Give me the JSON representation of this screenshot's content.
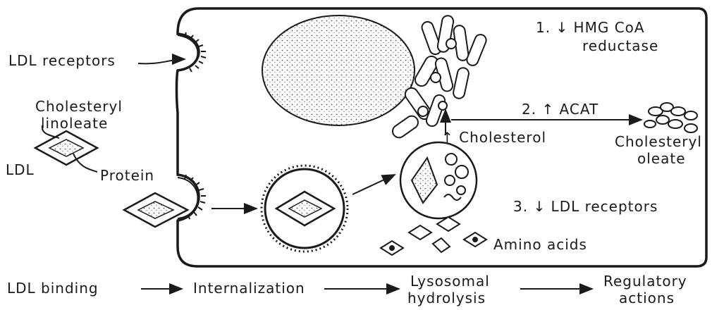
{
  "labels": {
    "ldl_receptors": "LDL receptors",
    "cholesteryl_linoleate_1": "Cholesteryl",
    "cholesteryl_linoleate_2": "linoleate",
    "ldl": "LDL",
    "protein": "Protein",
    "hmg_line1": "1. ↓ HMG CoA",
    "hmg_line2": "reductase",
    "acat": "2. ↑ ACAT",
    "cholesterol": "↑ Cholesterol",
    "cholesteryl_oleate_1": "Cholesteryl",
    "cholesteryl_oleate_2": "oleate",
    "ldl_receptors_down": "3. ↓ LDL receptors",
    "amino_acids": "Amino acids"
  },
  "pathway": {
    "step1": "LDL binding",
    "step2": "Internalization",
    "step3_line1": "Lysosomal",
    "step3_line2": "hydrolysis",
    "step4_line1": "Regulatory",
    "step4_line2": "actions"
  }
}
